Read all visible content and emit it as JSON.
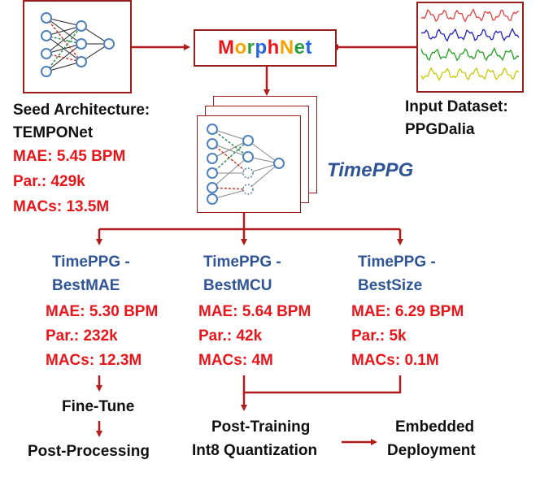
{
  "morphnet": {
    "letters": [
      {
        "ch": "M",
        "color": "#e8161b"
      },
      {
        "ch": "o",
        "color": "#f4a300"
      },
      {
        "ch": "r",
        "color": "#2b9d3c"
      },
      {
        "ch": "p",
        "color": "#2266dd"
      },
      {
        "ch": "h",
        "color": "#e8161b"
      },
      {
        "ch": "N",
        "color": "#f4a300"
      },
      {
        "ch": "e",
        "color": "#2b9d3c"
      },
      {
        "ch": "t",
        "color": "#2266dd"
      }
    ]
  },
  "seed": {
    "title1": "Seed Architecture:",
    "title2": "TEMPONet",
    "mae": "MAE: 5.45 BPM",
    "par": "Par.: 429k",
    "macs": "MACs: 13.5M"
  },
  "input": {
    "title1": "Input Dataset:",
    "title2": "PPGDalia"
  },
  "center_label": "TimePPG",
  "variants": [
    {
      "name1": "TimePPG -",
      "name2": "BestMAE",
      "mae": "MAE: 5.30 BPM",
      "par": "Par.: 232k",
      "macs": "MACs: 12.3M"
    },
    {
      "name1": "TimePPG -",
      "name2": "BestMCU",
      "mae": "MAE: 5.64 BPM",
      "par": "Par.: 42k",
      "macs": "MACs: 4M"
    },
    {
      "name1": "TimePPG -",
      "name2": "BestSize",
      "mae": "MAE: 6.29 BPM",
      "par": "Par.: 5k",
      "macs": "MACs: 0.1M"
    }
  ],
  "steps": {
    "finetune": "Fine-Tune",
    "postprocessing": "Post-Processing",
    "ptq1": "Post-Training",
    "ptq2": "Int8 Quantization",
    "deploy1": "Embedded",
    "deploy2": "Deployment"
  },
  "colors": {
    "arrow": "#b01c1c",
    "metric_red": "#e8161b",
    "variant_blue": "#2f5597",
    "center_blue": "#2f5597"
  },
  "signals": [
    "#e04040",
    "#2020c0",
    "#20a020",
    "#c8c800"
  ]
}
